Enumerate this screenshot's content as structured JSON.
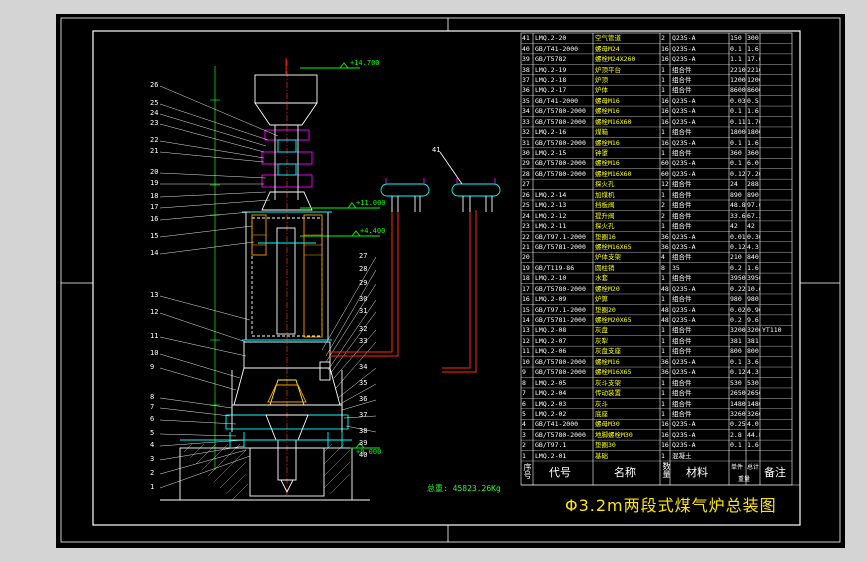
{
  "drawing": {
    "title": "Φ3.2m两段式煤气炉总装图",
    "weight_label": "总重: 45823.26Kg",
    "elevations": [
      "+14.700",
      "+11.000",
      "+4.400",
      "+0.000"
    ],
    "part_callouts_left": [
      "26",
      "25",
      "24",
      "23",
      "22",
      "21",
      "20",
      "19",
      "18",
      "17",
      "16",
      "15",
      "14",
      "13",
      "12",
      "11",
      "10",
      "9",
      "8",
      "7",
      "6",
      "5",
      "4",
      "3",
      "2",
      "1"
    ],
    "part_callouts_right": [
      "27",
      "28",
      "29",
      "30",
      "31",
      "32",
      "33",
      "34",
      "35",
      "36",
      "37",
      "38",
      "39",
      "40"
    ],
    "callout_41": "41"
  },
  "bom": {
    "headers": {
      "seq": "序号",
      "code": "代号",
      "name": "名称",
      "qty": "数量",
      "material": "材料",
      "unit_weight": "单件",
      "total_weight": "总计",
      "weight_label": "重量",
      "remark": "备注"
    },
    "rows": [
      {
        "seq": "41",
        "code": "LMQ.2-20",
        "name": "空气管道",
        "qty": "2",
        "mat": "Q235-A",
        "w1": "150",
        "w2": "300",
        "note": ""
      },
      {
        "seq": "40",
        "code": "GB/T41-2000",
        "name": "螺母M24",
        "qty": "16",
        "mat": "Q235-A",
        "w1": "0.1",
        "w2": "1.6",
        "note": ""
      },
      {
        "seq": "39",
        "code": "GB/T5782",
        "name": "螺栓M24X260",
        "qty": "16",
        "mat": "Q235-A",
        "w1": "1.1",
        "w2": "17.6",
        "note": ""
      },
      {
        "seq": "38",
        "code": "LMQ.2-19",
        "name": "炉顶平台",
        "qty": "1",
        "mat": "组合件",
        "w1": "2210",
        "w2": "2210",
        "note": ""
      },
      {
        "seq": "37",
        "code": "LMQ.2-18",
        "name": "炉顶",
        "qty": "1",
        "mat": "组合件",
        "w1": "1200",
        "w2": "1200",
        "note": ""
      },
      {
        "seq": "36",
        "code": "LMQ.2-17",
        "name": "炉体",
        "qty": "1",
        "mat": "组合件",
        "w1": "8600",
        "w2": "8600",
        "note": ""
      },
      {
        "seq": "35",
        "code": "GB/T41-2000",
        "name": "螺母M16",
        "qty": "16",
        "mat": "Q235-A",
        "w1": "0.03",
        "w2": "0.5",
        "note": ""
      },
      {
        "seq": "34",
        "code": "GB/T5780-2000",
        "name": "螺栓M16",
        "qty": "16",
        "mat": "Q235-A",
        "w1": "0.1",
        "w2": "1.6",
        "note": ""
      },
      {
        "seq": "33",
        "code": "GB/T5780-2000",
        "name": "螺栓M16X60",
        "qty": "16",
        "mat": "Q235-A",
        "w1": "0.11",
        "w2": "1.76",
        "note": ""
      },
      {
        "seq": "32",
        "code": "LMQ.2-16",
        "name": "煤箱",
        "qty": "1",
        "mat": "组合件",
        "w1": "1800",
        "w2": "1800",
        "note": ""
      },
      {
        "seq": "31",
        "code": "GB/T5780-2000",
        "name": "螺栓M16",
        "qty": "16",
        "mat": "Q235-A",
        "w1": "0.1",
        "w2": "1.6",
        "note": ""
      },
      {
        "seq": "30",
        "code": "LMQ.2-15",
        "name": "钟罩",
        "qty": "1",
        "mat": "组合件",
        "w1": "360",
        "w2": "360",
        "note": ""
      },
      {
        "seq": "29",
        "code": "GB/T5780-2000",
        "name": "螺栓M16",
        "qty": "60",
        "mat": "Q235-A",
        "w1": "0.1",
        "w2": "6.0",
        "note": ""
      },
      {
        "seq": "28",
        "code": "GB/T5780-2000",
        "name": "螺栓M16X60",
        "qty": "60",
        "mat": "Q235-A",
        "w1": "0.12",
        "w2": "7.20",
        "note": ""
      },
      {
        "seq": "27",
        "code": "",
        "name": "探火孔",
        "qty": "12",
        "mat": "组合件",
        "w1": "24",
        "w2": "288",
        "note": ""
      },
      {
        "seq": "26",
        "code": "LMQ.2-14",
        "name": "加煤机",
        "qty": "1",
        "mat": "组合件",
        "w1": "890",
        "w2": "890",
        "note": ""
      },
      {
        "seq": "25",
        "code": "LMQ.2-13",
        "name": "挡板阀",
        "qty": "2",
        "mat": "组合件",
        "w1": "48.8",
        "w2": "97.6",
        "note": ""
      },
      {
        "seq": "24",
        "code": "LMQ.2-12",
        "name": "提升阀",
        "qty": "2",
        "mat": "组合件",
        "w1": "33.6",
        "w2": "67.2",
        "note": ""
      },
      {
        "seq": "23",
        "code": "LMQ.2-11",
        "name": "探火孔",
        "qty": "1",
        "mat": "组合件",
        "w1": "42",
        "w2": "42",
        "note": ""
      },
      {
        "seq": "22",
        "code": "GB/T97.1-2000",
        "name": "垫圈16",
        "qty": "36",
        "mat": "Q235-A",
        "w1": "0.01",
        "w2": "0.36",
        "note": ""
      },
      {
        "seq": "21",
        "code": "GB/T5781-2000",
        "name": "螺栓M16X65",
        "qty": "36",
        "mat": "Q235-A",
        "w1": "0.12",
        "w2": "4.3",
        "note": ""
      },
      {
        "seq": "20",
        "code": "",
        "name": "炉体支架",
        "qty": "4",
        "mat": "组合件",
        "w1": "210",
        "w2": "840",
        "note": ""
      },
      {
        "seq": "19",
        "code": "GB/T119-86",
        "name": "圆柱销",
        "qty": "8",
        "mat": "35",
        "w1": "0.2",
        "w2": "1.6",
        "note": ""
      },
      {
        "seq": "18",
        "code": "LMQ.2-10",
        "name": "水套",
        "qty": "1",
        "mat": "组合件",
        "w1": "3950",
        "w2": "3950",
        "note": ""
      },
      {
        "seq": "17",
        "code": "GB/T5780-2000",
        "name": "螺栓M20",
        "qty": "48",
        "mat": "Q235-A",
        "w1": "0.22",
        "w2": "10.6",
        "note": ""
      },
      {
        "seq": "16",
        "code": "LMQ.2-09",
        "name": "炉箅",
        "qty": "1",
        "mat": "组合件",
        "w1": "980",
        "w2": "980",
        "note": ""
      },
      {
        "seq": "15",
        "code": "GB/T97.1-2000",
        "name": "垫圈20",
        "qty": "48",
        "mat": "Q235-A",
        "w1": "0.02",
        "w2": "0.96",
        "note": ""
      },
      {
        "seq": "14",
        "code": "GB/T5781-2000",
        "name": "螺栓M20X65",
        "qty": "48",
        "mat": "Q235-A",
        "w1": "0.2",
        "w2": "9.6",
        "note": ""
      },
      {
        "seq": "13",
        "code": "LMQ.2-08",
        "name": "灰盘",
        "qty": "1",
        "mat": "组合件",
        "w1": "3200",
        "w2": "3200",
        "note": "YT110"
      },
      {
        "seq": "12",
        "code": "LMQ.2-07",
        "name": "灰犁",
        "qty": "1",
        "mat": "组合件",
        "w1": "381",
        "w2": "381",
        "note": ""
      },
      {
        "seq": "11",
        "code": "LMQ.2-06",
        "name": "灰盘支座",
        "qty": "1",
        "mat": "组合件",
        "w1": "800",
        "w2": "800",
        "note": ""
      },
      {
        "seq": "10",
        "code": "GB/T5780-2000",
        "name": "螺栓M16",
        "qty": "36",
        "mat": "Q235-A",
        "w1": "0.1",
        "w2": "3.6",
        "note": ""
      },
      {
        "seq": "9",
        "code": "GB/T5780-2000",
        "name": "螺栓M16X65",
        "qty": "36",
        "mat": "Q235-A",
        "w1": "0.12",
        "w2": "4.3",
        "note": ""
      },
      {
        "seq": "8",
        "code": "LMQ.2-05",
        "name": "灰斗支架",
        "qty": "1",
        "mat": "组合件",
        "w1": "530",
        "w2": "530",
        "note": ""
      },
      {
        "seq": "7",
        "code": "LMQ.2-04",
        "name": "传动装置",
        "qty": "1",
        "mat": "组合件",
        "w1": "2650",
        "w2": "2650",
        "note": ""
      },
      {
        "seq": "6",
        "code": "LMQ.2-03",
        "name": "灰斗",
        "qty": "1",
        "mat": "组合件",
        "w1": "1480",
        "w2": "1480",
        "note": ""
      },
      {
        "seq": "5",
        "code": "LMQ.2-02",
        "name": "底座",
        "qty": "1",
        "mat": "组合件",
        "w1": "3260",
        "w2": "3260",
        "note": ""
      },
      {
        "seq": "4",
        "code": "GB/T41-2000",
        "name": "螺母M30",
        "qty": "16",
        "mat": "Q235-A",
        "w1": "0.25",
        "w2": "4.0",
        "note": ""
      },
      {
        "seq": "3",
        "code": "GB/T5780-2000",
        "name": "地脚螺栓M30",
        "qty": "16",
        "mat": "Q235-A",
        "w1": "2.8",
        "w2": "44.8",
        "note": ""
      },
      {
        "seq": "2",
        "code": "GB/T97.1",
        "name": "垫圈30",
        "qty": "16",
        "mat": "Q235-A",
        "w1": "0.1",
        "w2": "1.6",
        "note": ""
      },
      {
        "seq": "1",
        "code": "LMQ.2-01",
        "name": "基础",
        "qty": "1",
        "mat": "混凝土",
        "w1": "",
        "w2": "",
        "note": ""
      }
    ]
  },
  "colors": {
    "background": "#000000",
    "frame": "#ffffff",
    "cyan": "#00ffff",
    "yellow": "#ffff00",
    "green": "#00ff00",
    "magenta": "#ff00ff",
    "red": "#ff2a00",
    "orange": "#ff9900",
    "title": "#ffe600"
  }
}
